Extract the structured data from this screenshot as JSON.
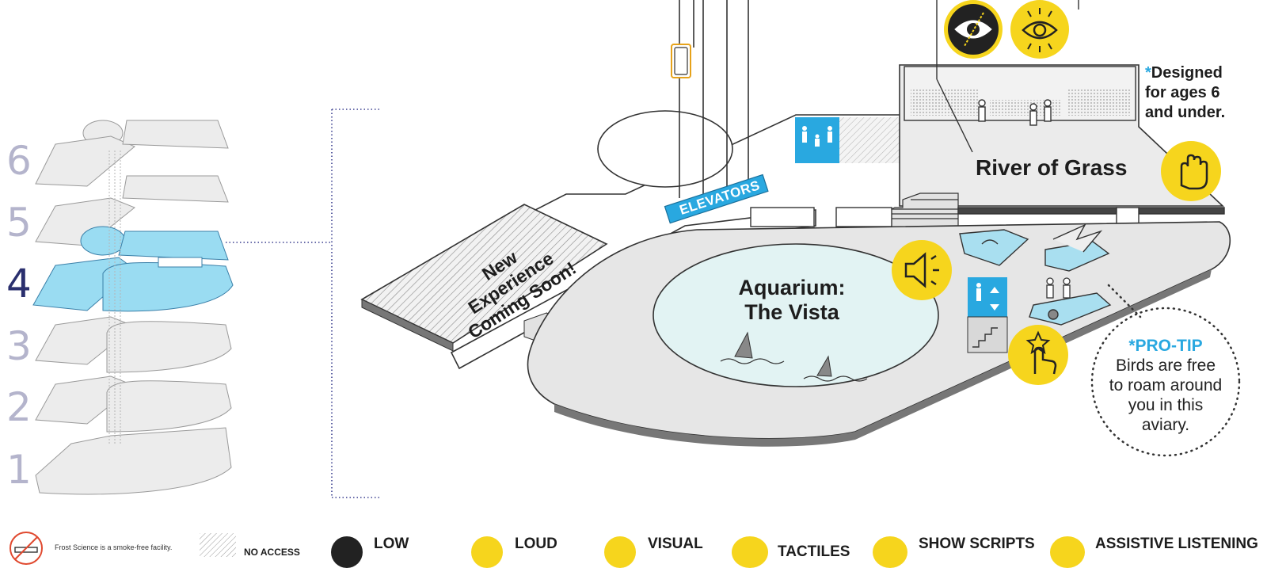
{
  "floors": [
    "6",
    "5",
    "4",
    "3",
    "2",
    "1"
  ],
  "active_floor": "4",
  "map": {
    "new_experience": [
      "New",
      "Experience",
      "Coming Soon!"
    ],
    "elevators": "ELEVATORS",
    "aquarium": [
      "Aquarium:",
      "The Vista"
    ],
    "river": "River of Grass",
    "designed_note": {
      "asterisk": "*",
      "lines": [
        "Designed",
        "for ages 6",
        "and under."
      ]
    },
    "pro_tip": {
      "asterisk": "*",
      "title": "PRO-TIP",
      "lines": [
        "Birds are free",
        "to roam around",
        "you in this",
        "aviary."
      ]
    }
  },
  "colors": {
    "highlight_blue": "#9adcf2",
    "accent_blue": "#29a8e0",
    "yellow": "#f6d51d",
    "floor_active_number": "#2a2f6e",
    "floor_number": "#b4b4cc",
    "dotted_line": "#3a3f8f"
  },
  "icons": [
    "low-sensory-icon",
    "visual-effects-icon",
    "tactile-icon",
    "loud-sound-icon",
    "interactive-touch-icon",
    "family-restroom-icon",
    "elevator-icon",
    "stairs-icon",
    "no-smoking-icon"
  ],
  "legend": {
    "smoke_free": "Frost Science is a smoke-free facility.",
    "no_access": "NO ACCESS",
    "items": [
      "LOW",
      "LOUD",
      "VISUAL",
      "TACTILES",
      "SHOW SCRIPTS",
      "ASSISTIVE LISTENING"
    ]
  }
}
